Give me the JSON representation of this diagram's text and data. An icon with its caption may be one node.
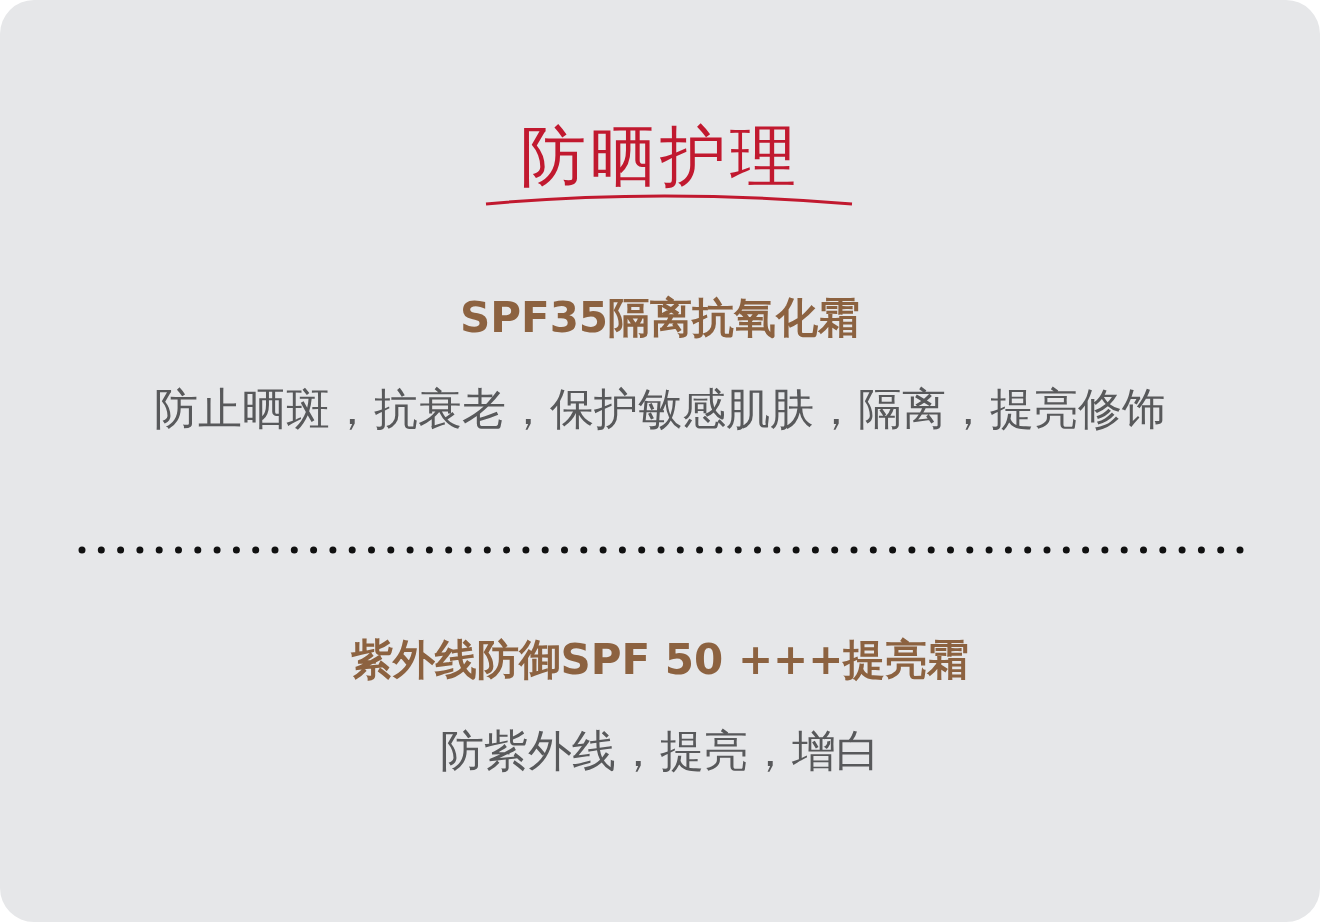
{
  "diagram": {
    "title": "防晒护理",
    "labels": [
      "SPF35隔离抗氧化霜",
      "防止晒斑，抗衰老，保护敏感肌肤，隔离，提亮修饰",
      "紫外线防御SPF 50 +++提亮霜",
      "防紫外线，提亮，增白"
    ]
  }
}
